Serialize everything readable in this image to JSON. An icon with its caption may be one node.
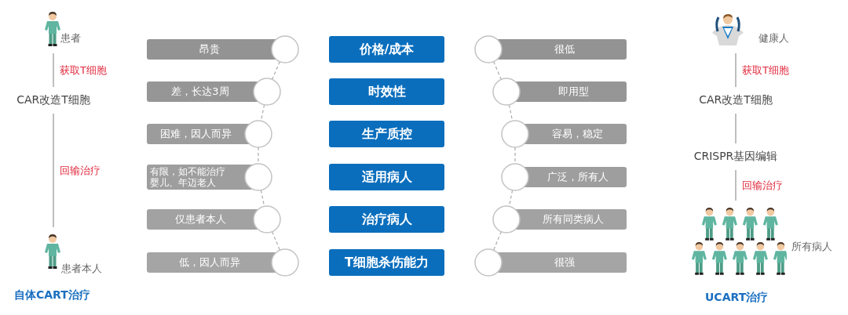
{
  "diagram": {
    "nodes": [
      {
        "text": [
          "患者"
        ]
      },
      {
        "text": [
          "CAR改造T细胞"
        ]
      },
      {
        "text": [
          "患者本人"
        ]
      },
      {
        "text": [
          "健康人"
        ]
      },
      {
        "text": [
          "CAR改造T细胞"
        ]
      },
      {
        "text": [
          "CRISPR基因编辑"
        ]
      },
      {
        "text": [
          "所有病人"
        ]
      },
      {
        "text": [
          "昂贵"
        ]
      },
      {
        "text": [
          "差，长达3周"
        ]
      },
      {
        "text": [
          "困难，因人而异"
        ]
      },
      {
        "text": [
          "有限，如不能治疗婴儿、年迈老人"
        ]
      },
      {
        "text": [
          "仅患者本人"
        ]
      },
      {
        "text": [
          "低，因人而异"
        ]
      },
      {
        "text": [
          "价格/成本"
        ]
      },
      {
        "text": [
          "时效性"
        ]
      },
      {
        "text": [
          "生产质控"
        ]
      },
      {
        "text": [
          "适用病人"
        ]
      },
      {
        "text": [
          "治疗病人"
        ]
      },
      {
        "text": [
          "T细胞杀伤能力"
        ]
      },
      {
        "text": [
          "很低"
        ]
      },
      {
        "text": [
          "即用型"
        ]
      },
      {
        "text": [
          "容易，稳定"
        ]
      },
      {
        "text": [
          "广泛，所有人"
        ]
      },
      {
        "text": [
          "所有同类病人"
        ]
      },
      {
        "text": [
          "很强"
        ]
      }
    ],
    "edges": [
      {
        "from": 0,
        "to": 1,
        "arrow": "none",
        "label": "获取T细胞"
      },
      {
        "from": 1,
        "to": 2,
        "arrow": "none",
        "label": "回输治疗"
      },
      {
        "from": 3,
        "to": 4,
        "arrow": "none",
        "label": "获取T细胞"
      },
      {
        "from": 4,
        "to": 5,
        "arrow": "none"
      },
      {
        "from": 5,
        "to": 6,
        "arrow": "none",
        "label": "回输治疗"
      },
      {
        "from": 7,
        "to": 8,
        "arrow": "none",
        "style": "dashed"
      },
      {
        "from": 8,
        "to": 9,
        "arrow": "none",
        "style": "dashed"
      },
      {
        "from": 9,
        "to": 10,
        "arrow": "none",
        "style": "dashed"
      },
      {
        "from": 10,
        "to": 11,
        "arrow": "none",
        "style": "dashed"
      },
      {
        "from": 11,
        "to": 12,
        "arrow": "none",
        "style": "dashed"
      },
      {
        "from": 19,
        "to": 20,
        "arrow": "none",
        "style": "dashed"
      },
      {
        "from": 20,
        "to": 21,
        "arrow": "none",
        "style": "dashed"
      },
      {
        "from": 21,
        "to": 22,
        "arrow": "none",
        "style": "dashed"
      },
      {
        "from": 22,
        "to": 23,
        "arrow": "none",
        "style": "dashed"
      },
      {
        "from": 23,
        "to": 24,
        "arrow": "none",
        "style": "dashed"
      }
    ],
    "labels": [
      "自体CART治疗",
      "UCART治疗"
    ]
  }
}
